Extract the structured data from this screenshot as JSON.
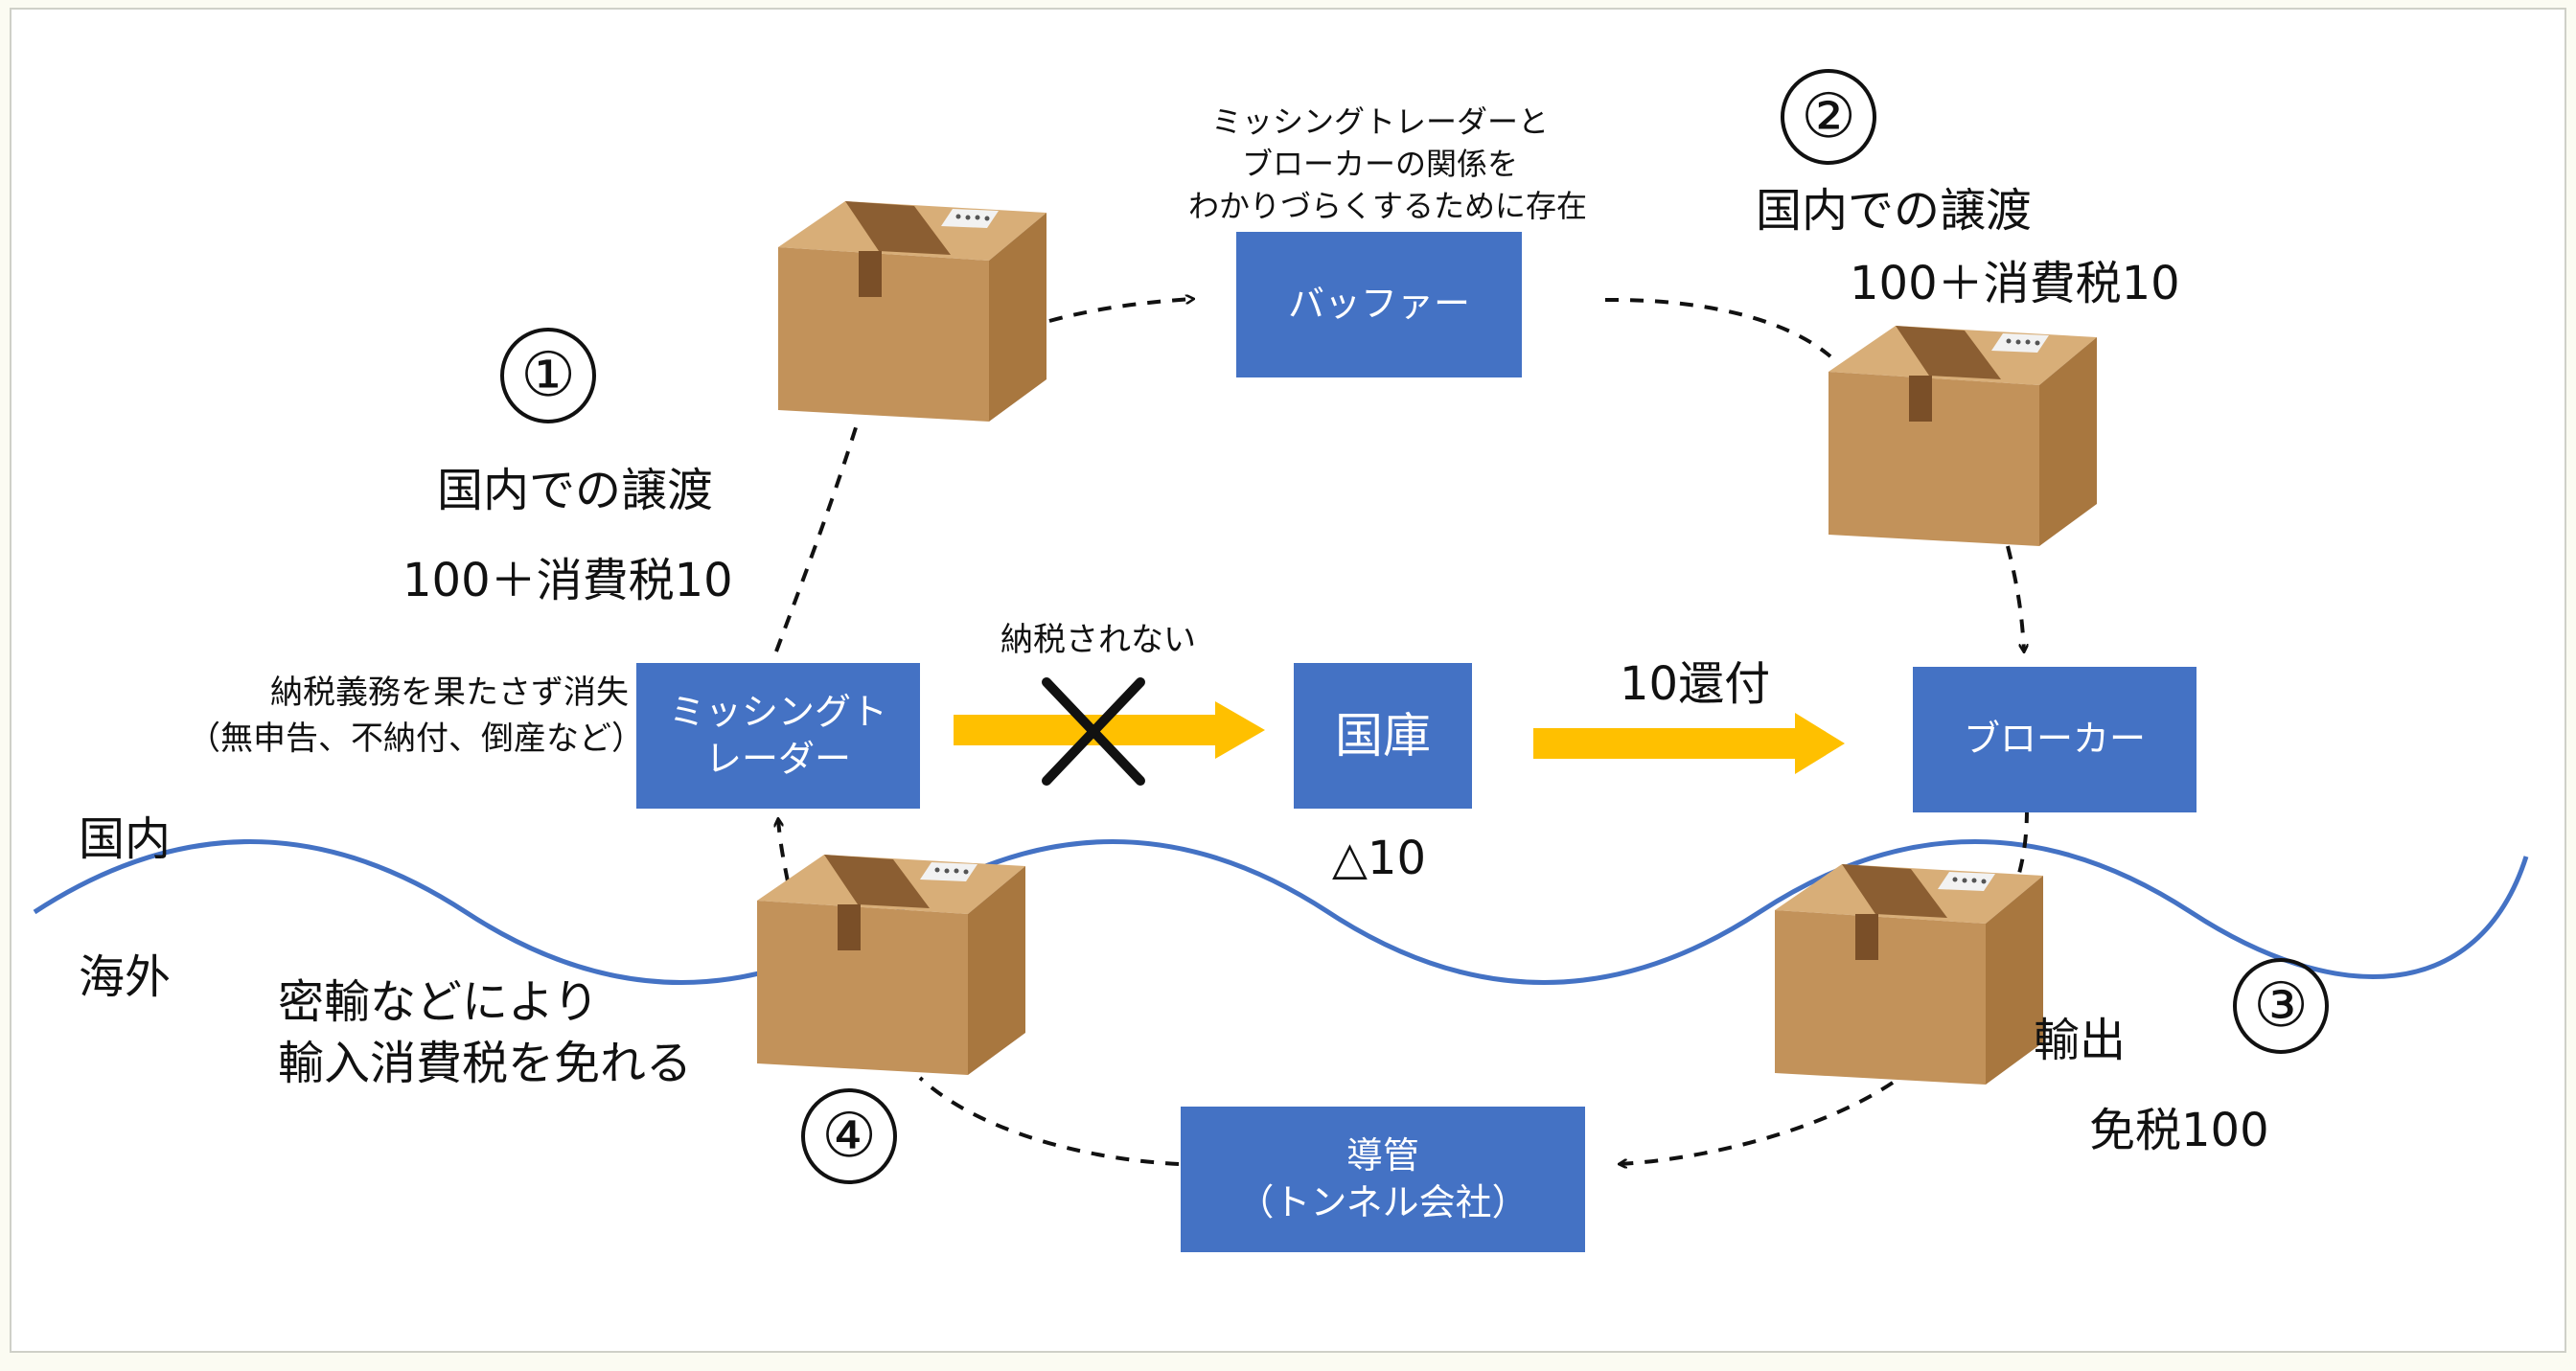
{
  "colors": {
    "node_fill": "#4472c4",
    "node_text": "#ffffff",
    "arrow_yellow": "#ffc000",
    "wave": "#4472c4",
    "box_front": "#c2925a",
    "box_side": "#a8773f",
    "box_top": "#d8ae78",
    "tape": "#8b5e32"
  },
  "icons": {
    "package": "cardboard-box-icon",
    "cross": "x-mark-icon"
  },
  "nodes": {
    "buffer": "バッファー",
    "missing_trader": "ミッシングトレーダー",
    "treasury": "国庫",
    "broker": "ブローカー",
    "conduit_line1": "導管",
    "conduit_line2": "（トンネル会社）"
  },
  "steps": {
    "step1": {
      "number": "①",
      "title": "国内での譲渡",
      "amount": "100＋消費税10"
    },
    "step2": {
      "number": "②",
      "title": "国内での譲渡",
      "amount": "100＋消費税10"
    },
    "step3": {
      "number": "③",
      "title": "輸出",
      "amount": "免税100"
    },
    "step4": {
      "number": "④",
      "line1": "密輸などにより",
      "line2": "輸入消費税を免れる"
    }
  },
  "notes": {
    "buffer_line1": "ミッシングトレーダーと",
    "buffer_line2": "ブローカーの関係を",
    "buffer_line3": "わかりづらくするために存在",
    "missing_line1": "納税義務を果たさず消失",
    "missing_line2": "（無申告、不納付、倒産など）",
    "no_tax_paid": "納税されない",
    "refund": "10還付",
    "treasury_balance": "△10"
  },
  "regions": {
    "domestic": "国内",
    "overseas": "海外"
  }
}
